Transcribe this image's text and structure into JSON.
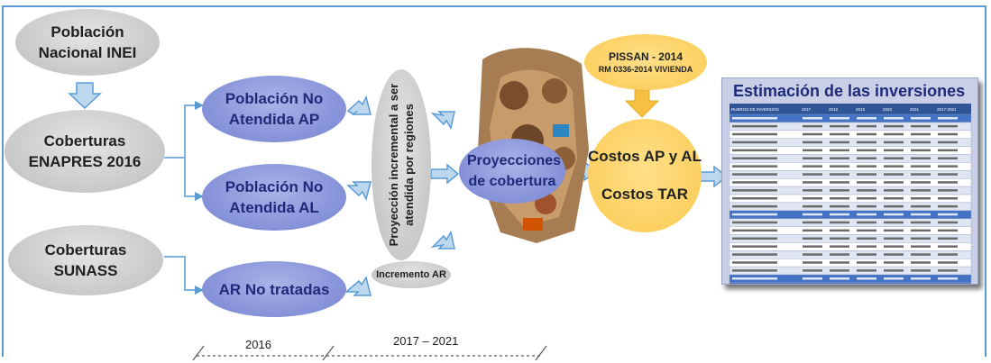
{
  "nodes": {
    "poblacion_nacional": "Población Nacional INEI",
    "coberturas_enapres": "Coberturas ENAPRES 2016",
    "coberturas_sunass": "Coberturas SUNASS",
    "no_atendida_ap": "Población No Atendida AP",
    "no_atendida_al": "Población No Atendida AL",
    "ar_no_tratadas": "AR No tratadas",
    "proyeccion_incremental": "Proyección incremental a ser atendida por regiones",
    "incremento_ar": "Incremento AR",
    "pissan_title": "PISSAN  - 2014",
    "pissan_sub": "RM 0336-2014 VIVIENDA",
    "proyecciones_cobertura": "Proyecciones de cobertura",
    "costos_ap_al": "Costos AP y AL",
    "costos_tar": "Costos TAR"
  },
  "table": {
    "title": "Estimación de las inversiones",
    "header": [
      "RUBROS DE INVERSIÓN",
      "2017",
      "2018",
      "2019",
      "2020",
      "2021",
      "2017-2021"
    ],
    "rows": 22
  },
  "timeline": {
    "period1": "2016",
    "period2": "2017 – 2021"
  },
  "colors": {
    "frame": "#5b9bd5",
    "gray_node": "#c9c9c9",
    "blue_node": "#8591d8",
    "orange_node": "#fcd061",
    "arrow": "#9dc3e6"
  }
}
